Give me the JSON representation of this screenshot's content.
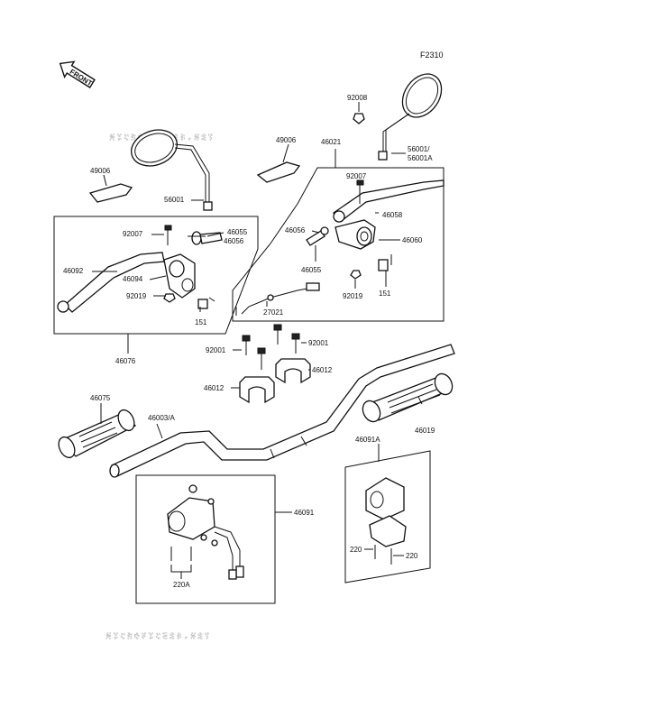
{
  "figure_code": "F2310",
  "front_label": "FRONT",
  "watermark": "MICROFICHES.NET",
  "labels": {
    "p92008": "92008",
    "p46021": "46021",
    "p56001_56001A": "56001/\n56001A",
    "p49006_right": "49006",
    "p49006_left": "49006",
    "p56001_left": "56001",
    "p92007_right": "92007",
    "p46058": "46058",
    "p46056_right": "46056",
    "p46060": "46060",
    "p92007_left": "92007",
    "p46055_left": "46055",
    "p46056_left": "46056",
    "p46092": "46092",
    "p46094": "46094",
    "p92019_left": "92019",
    "p151_left": "151",
    "p46055_right": "46055",
    "p92019_right": "92019",
    "p151_right": "151",
    "p27021": "27021",
    "p46076": "46076",
    "p92001_left": "92001",
    "p92001_right": "92001",
    "p46012_right": "46012",
    "p46012_left": "46012",
    "p46075": "46075",
    "p46003A": "46003/A",
    "p46019": "46019",
    "p46091A": "46091A",
    "p46091": "46091",
    "p220_left": "220",
    "p220_right": "220",
    "p220A": "220A"
  }
}
